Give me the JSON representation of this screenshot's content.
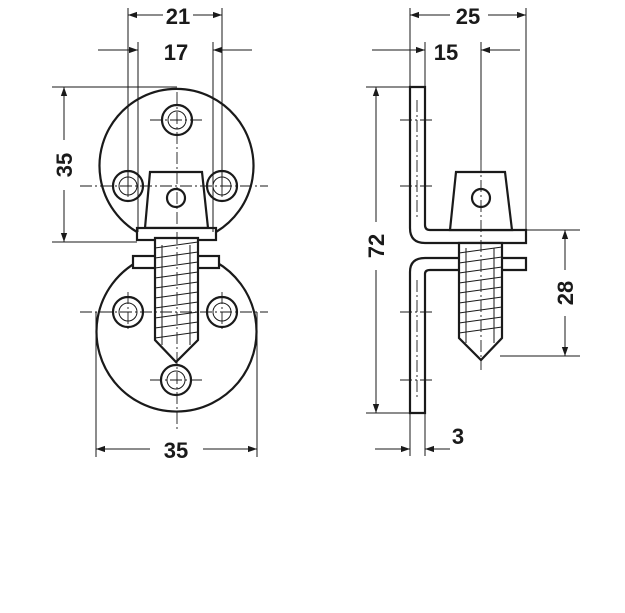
{
  "front_view": {
    "dim_top_width": "21",
    "dim_inner_width": "17",
    "dim_height": "35",
    "dim_bottom_diameter": "35"
  },
  "side_view": {
    "dim_total_depth": "25",
    "dim_offset": "15",
    "dim_total_height": "72",
    "dim_screw_length": "28",
    "dim_thickness": "3"
  },
  "colors": {
    "line": "#1a1a1a",
    "background": "#ffffff"
  }
}
